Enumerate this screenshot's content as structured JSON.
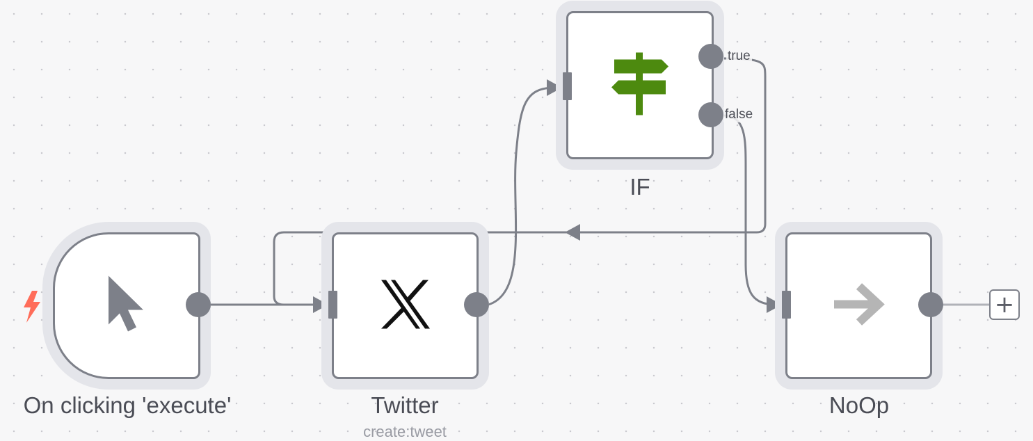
{
  "workflow": {
    "nodes": {
      "trigger": {
        "label": "On clicking 'execute'",
        "icon": "cursor-arrow-icon"
      },
      "twitter": {
        "label": "Twitter",
        "subtitle": "create:tweet",
        "icon": "x-logo-icon"
      },
      "if": {
        "label": "IF",
        "icon": "signpost-icon",
        "branches": {
          "true": "true",
          "false": "false"
        }
      },
      "noop": {
        "label": "NoOp",
        "icon": "arrow-right-icon"
      }
    },
    "add_button": "+",
    "colors": {
      "node_border": "#7d8089",
      "node_halo": "#e4e5ea",
      "edge": "#7d8089",
      "if_icon": "#4d8a0f",
      "trigger_bolt": "#ff6d5a",
      "noop_arrow": "#b5b5b5"
    }
  }
}
